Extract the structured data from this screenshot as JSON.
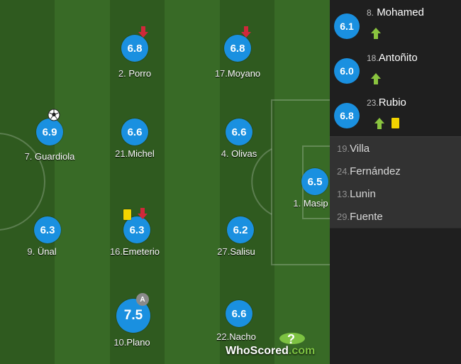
{
  "players": [
    {
      "number": "2.",
      "name": "Porro",
      "rating": "6.8",
      "events": [
        "sub-off"
      ]
    },
    {
      "number": "17.",
      "name": "Moyano",
      "rating": "6.8",
      "events": [
        "sub-off"
      ]
    },
    {
      "number": "7.",
      "name": "Guardiola",
      "rating": "6.9",
      "events": [
        "goal"
      ]
    },
    {
      "number": "21.",
      "name": "Michel",
      "rating": "6.6",
      "events": []
    },
    {
      "number": "4.",
      "name": "Olivas",
      "rating": "6.6",
      "events": []
    },
    {
      "number": "1.",
      "name": "Masip",
      "rating": "6.5",
      "events": []
    },
    {
      "number": "9.",
      "name": "Ünal",
      "rating": "6.3",
      "events": []
    },
    {
      "number": "16.",
      "name": "Emeterio",
      "rating": "6.3",
      "events": [
        "yellow-card",
        "sub-off"
      ]
    },
    {
      "number": "27.",
      "name": "Salisu",
      "rating": "6.2",
      "events": []
    },
    {
      "number": "10.",
      "name": "Plano",
      "rating": "7.5",
      "events": [
        "captain"
      ],
      "captain_label": "A"
    },
    {
      "number": "22.",
      "name": "Nacho",
      "rating": "6.6",
      "events": []
    }
  ],
  "substitutes_used": [
    {
      "number": "8.",
      "name": "Mohamed",
      "rating": "6.1",
      "events": [
        "sub-on"
      ]
    },
    {
      "number": "18.",
      "name": "Antoñito",
      "rating": "6.0",
      "events": [
        "sub-on"
      ]
    },
    {
      "number": "23.",
      "name": "Rubio",
      "rating": "6.8",
      "events": [
        "sub-on",
        "yellow-card"
      ]
    }
  ],
  "bench": [
    {
      "number": "19.",
      "name": "Villa"
    },
    {
      "number": "24.",
      "name": "Fernández"
    },
    {
      "number": "13.",
      "name": "Lunin"
    },
    {
      "number": "29.",
      "name": "Fuente"
    }
  ],
  "logo": {
    "part1": "WhoScored",
    "part2": ".com",
    "mark": "?"
  },
  "colors": {
    "rating_bg": "#1a90e0",
    "pitch_dark": "#2f5a1f",
    "pitch_light": "#386a26",
    "arrow_down": "#d0283a",
    "arrow_up": "#8ac43f",
    "yellow_card": "#f2d400"
  }
}
